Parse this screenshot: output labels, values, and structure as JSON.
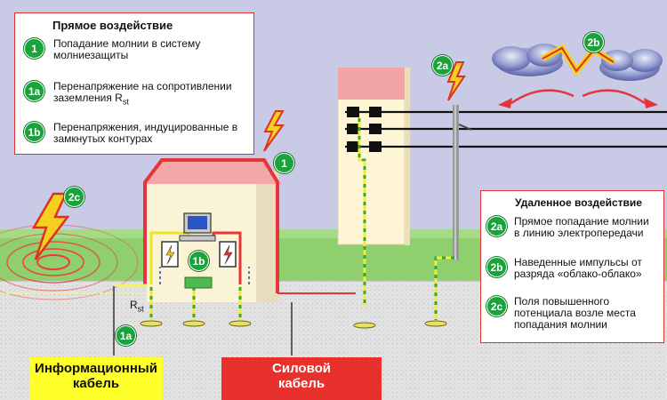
{
  "direct_panel": {
    "title": "Прямое воздействие",
    "items": [
      {
        "badge": "1",
        "text": "Попадание молнии в систему молниезащиты"
      },
      {
        "badge": "1a",
        "text": "Перенапряжение на сопротивлении заземления R",
        "sub": "st"
      },
      {
        "badge": "1b",
        "text": "Перенапряжения, индуцированные в замкнутых контурах"
      }
    ]
  },
  "remote_panel": {
    "title": "Удаленное воздействие",
    "items": [
      {
        "badge": "2a",
        "text": "Прямое попадание молнии в линию электропередачи"
      },
      {
        "badge": "2b",
        "text": "Наведенные импульсы от разряда «облако-облако»"
      },
      {
        "badge": "2c",
        "text": "Поля повышенного потенциала возле места попадания молнии"
      }
    ]
  },
  "scene_badges": {
    "house_strike": "1",
    "ground_rst": "1a",
    "inside_loop": "1b",
    "power_line_strike": "2a",
    "cloud": "2b",
    "ground_strike": "2c"
  },
  "rst_label": {
    "main": "R",
    "sub": "st"
  },
  "info_cable": {
    "line1": "Информационный",
    "line2": "кабель"
  },
  "power_cable": {
    "line1": "Силовой",
    "line2": "кабель"
  },
  "colors": {
    "sky": "#c9cbe6",
    "grass": "#8ccf6a",
    "ground": "#e2e2e2",
    "badge": "#1aa33a",
    "red_conductor": "#e22a2a",
    "info_cable_bg": "#ffff2a",
    "power_cable_bg": "#e8302c"
  }
}
